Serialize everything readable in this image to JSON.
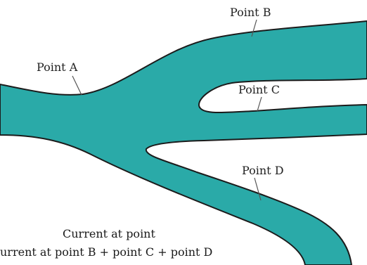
{
  "diagram": {
    "fill_color": "#2aaaa8",
    "outline_color": "#1b1b1b",
    "labels": {
      "point_a": "Point A",
      "point_b": "Point B",
      "point_c": "Point C",
      "point_d": "Point D"
    },
    "caption": {
      "line1": "Current at point",
      "line2": "urrent at point B + point C + point D"
    }
  }
}
